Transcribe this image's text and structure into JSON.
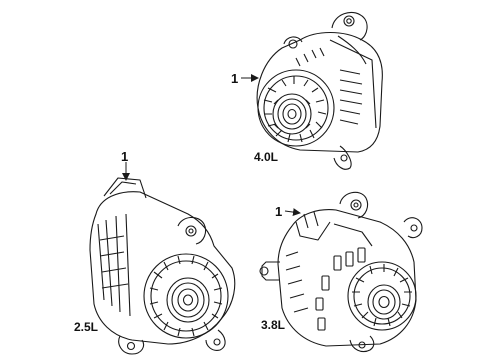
{
  "parts": [
    {
      "callout": "1",
      "engine": "4.0L"
    },
    {
      "callout": "1",
      "engine": "2.5L"
    },
    {
      "callout": "1",
      "engine": "3.8L"
    }
  ],
  "colors": {
    "line": "#1a1a1a",
    "background": "#ffffff"
  },
  "icons": [
    "alternator-drawing",
    "callout-arrow"
  ]
}
